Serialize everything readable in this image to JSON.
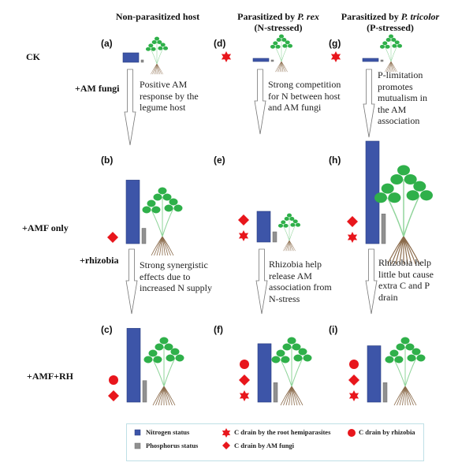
{
  "columns": [
    {
      "title": "Non-parasitized host",
      "subtitle": ""
    },
    {
      "title": "Parasitized by P. rex",
      "subtitle": "(N-stressed)"
    },
    {
      "title": "Parasitized by P. tricolor",
      "subtitle": "(P-stressed)"
    }
  ],
  "column_title_parts": [
    {
      "plain": "Non-parasitized host",
      "italic": ""
    },
    {
      "plain": "Parasitized by ",
      "italic": "P. rex"
    },
    {
      "plain": "Parasitized by ",
      "italic": "P. tricolor"
    }
  ],
  "rows": [
    {
      "label": "CK"
    },
    {
      "label": "+AMF only"
    },
    {
      "label": "+AMF+RH"
    }
  ],
  "steps": [
    {
      "label": "+AM fungi"
    },
    {
      "label": "+rhizobia"
    }
  ],
  "transitions": [
    [
      "Positive AM",
      "response by the",
      "legume host"
    ],
    [
      "Strong competition",
      "for N between host",
      "and AM fungi"
    ],
    [
      "P-limitation",
      "promotes",
      "mutualism in",
      "the AM",
      "association"
    ],
    [
      "Strong synergistic",
      "effects due to",
      "increased N supply"
    ],
    [
      "Rhizobia help",
      "release AM",
      "association from",
      "N-stress"
    ],
    [
      "Rhizobia help",
      "little but cause",
      "extra C and P",
      "drain"
    ]
  ],
  "panels": [
    {
      "id": "(a)",
      "nitrogen": 0.17,
      "phosphorus": 0.03,
      "drains": [],
      "plant_size": "small"
    },
    {
      "id": "(b)",
      "nitrogen": 0.62,
      "phosphorus": 0.15,
      "drains": [
        "amf"
      ],
      "plant_size": "medium"
    },
    {
      "id": "(c)",
      "nitrogen": 0.72,
      "phosphorus": 0.21,
      "drains": [
        "rhizobia",
        "amf"
      ],
      "plant_size": "medium"
    },
    {
      "id": "(d)",
      "nitrogen": 0.08,
      "phosphorus": 0.02,
      "drains": [
        "parasite"
      ],
      "plant_size": "small"
    },
    {
      "id": "(e)",
      "nitrogen": 0.3,
      "phosphorus": 0.1,
      "drains": [
        "amf",
        "parasite"
      ],
      "plant_size": "small"
    },
    {
      "id": "(f)",
      "nitrogen": 0.57,
      "phosphorus": 0.19,
      "drains": [
        "rhizobia",
        "amf",
        "parasite"
      ],
      "plant_size": "medium"
    },
    {
      "id": "(g)",
      "nitrogen": 0.08,
      "phosphorus": 0.02,
      "drains": [
        "parasite"
      ],
      "plant_size": "small"
    },
    {
      "id": "(h)",
      "nitrogen": 1.0,
      "phosphorus": 0.29,
      "drains": [
        "amf",
        "parasite"
      ],
      "plant_size": "large"
    },
    {
      "id": "(i)",
      "nitrogen": 0.55,
      "phosphorus": 0.19,
      "drains": [
        "rhizobia",
        "amf",
        "parasite"
      ],
      "plant_size": "medium"
    }
  ],
  "legend": {
    "nitrogen": "Nitrogen status",
    "phosphorus": "Phosphorus status",
    "parasite": "C drain by the root hemiparasites",
    "amf": "C drain by AM fungi",
    "rhizobia": "C drain by rhizobia"
  },
  "colors": {
    "nitrogen": "#3d55a8",
    "phosphorus": "#909090",
    "drain": "#e8161c",
    "leaf": "#2fb04a",
    "stem": "#8fd49a",
    "root": "#8a6a4a",
    "legend_border": "#bfe0e6"
  }
}
